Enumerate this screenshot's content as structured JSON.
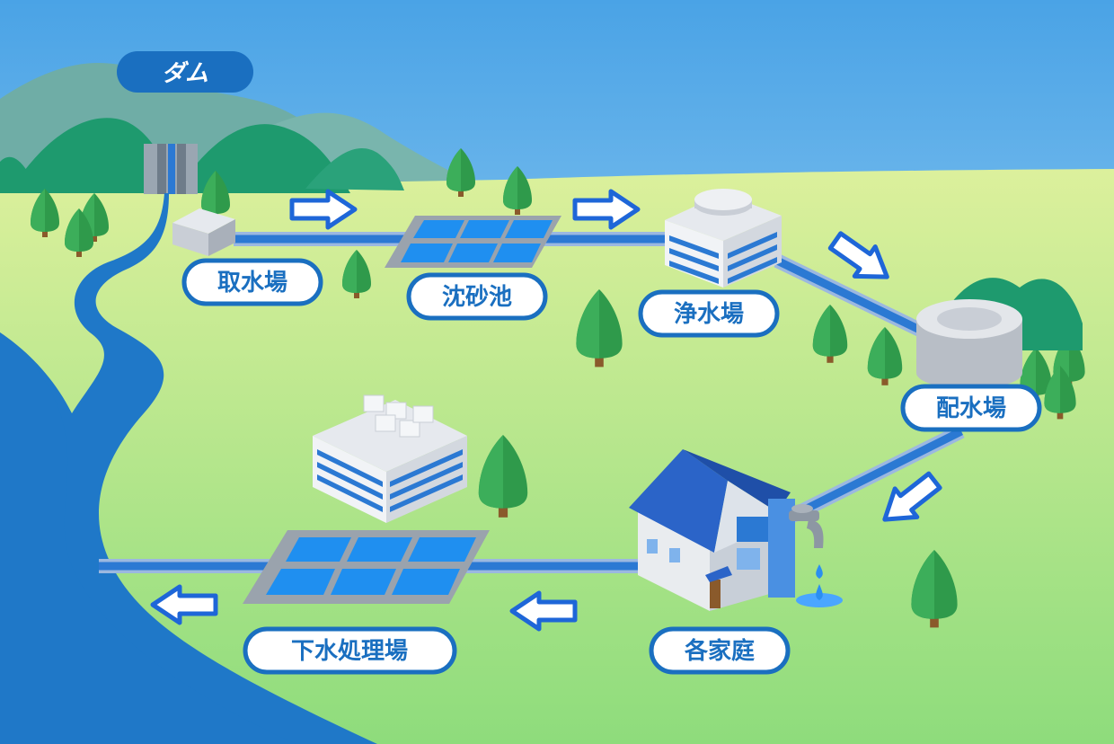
{
  "labels": {
    "dam": "ダム",
    "intake": "取水場",
    "sedimentation": "沈砂池",
    "purification": "浄水場",
    "distribution": "配水場",
    "household": "各家庭",
    "sewage": "下水処理場"
  },
  "colors": {
    "sky_top": "#4aa3e6",
    "sky_bottom": "#b8e2f6",
    "grass_light": "#d9f09a",
    "grass_dark": "#8fd97a",
    "river": "#1f78c8",
    "pipe": "#2b79d3",
    "pipe_edge": "#9bb8e0",
    "label_border": "#1a6fc0",
    "label_text": "#1a6fc0",
    "dam_badge": "#1a6fc0",
    "tree": "#2e9a48",
    "mountain_back": "#6fada6",
    "mountain_front": "#1e9a6e"
  }
}
